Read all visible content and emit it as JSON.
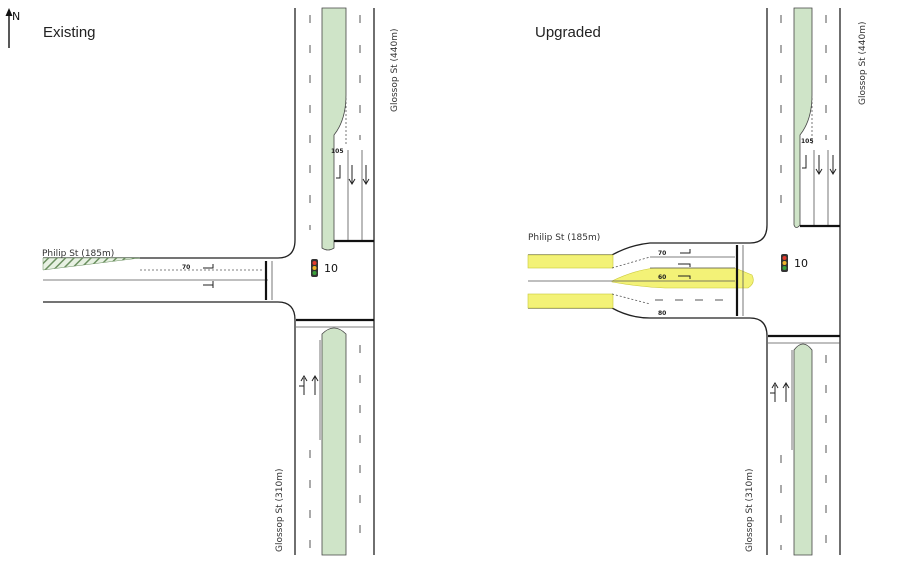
{
  "compass": {
    "label": "N"
  },
  "panels": {
    "existing": {
      "title": "Existing",
      "north_road": "Glossop St (440m)",
      "south_road": "Glossop St (310m)",
      "west_road": "Philip St (185m)",
      "storage_north": "105",
      "storage_west_1": "70",
      "signal_id": "10"
    },
    "upgraded": {
      "title": "Upgraded",
      "north_road": "Glossop St (440m)",
      "south_road": "Glossop St (310m)",
      "west_road": "Philip St (185m)",
      "storage_north": "105",
      "storage_west_1": "70",
      "storage_west_2": "60",
      "storage_west_3": "80",
      "signal_id": "10"
    }
  },
  "colors": {
    "median_green": "#cfe4c8",
    "highlight_yellow": "#f3f277",
    "signal_red": "#e23b2e",
    "signal_amber": "#f0b429",
    "signal_green": "#3aa13a"
  }
}
